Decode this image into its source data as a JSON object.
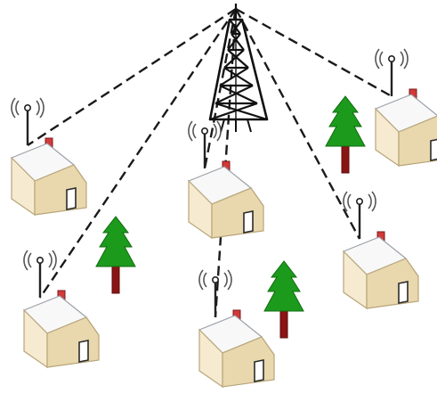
{
  "diagram": {
    "tower": {
      "icon": "radio-tower-icon"
    },
    "houses": [
      {
        "id": "house-left-upper",
        "icon": "house-with-antenna-icon"
      },
      {
        "id": "house-left-lower",
        "icon": "house-with-antenna-icon"
      },
      {
        "id": "house-center-upper",
        "icon": "house-with-antenna-icon"
      },
      {
        "id": "house-center-lower",
        "icon": "house-with-antenna-icon"
      },
      {
        "id": "house-right-upper",
        "icon": "house-with-antenna-icon"
      },
      {
        "id": "house-right-middle",
        "icon": "house-with-antenna-icon"
      }
    ],
    "trees": [
      {
        "id": "tree-right-top",
        "icon": "pine-tree-icon"
      },
      {
        "id": "tree-left",
        "icon": "pine-tree-icon"
      },
      {
        "id": "tree-center",
        "icon": "pine-tree-icon"
      }
    ],
    "links": {
      "style": "dashed",
      "count": 6
    },
    "colors": {
      "house_wall": "#f6ead0",
      "house_side": "#e2cfa3",
      "roof_top": "#f8f8f8",
      "roof_side": "#c9ccd1",
      "chimney": "#d23a3a",
      "tree_green": "#1c9a1c",
      "trunk": "#8b1414",
      "link": "#1a1a1a"
    }
  }
}
